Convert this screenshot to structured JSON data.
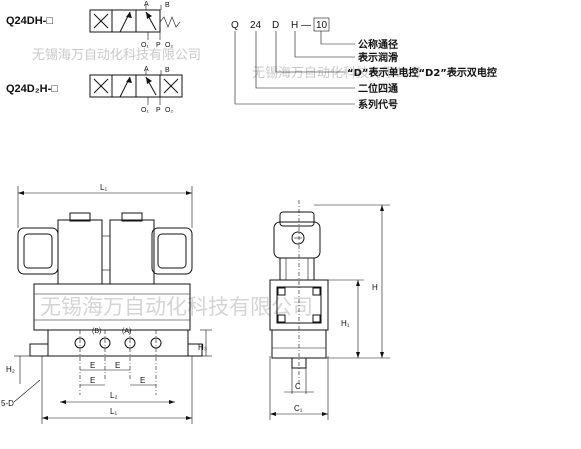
{
  "models": {
    "single": "Q24DH-□",
    "double": "Q24D₂H-□"
  },
  "ports": {
    "a": "A",
    "b": "B",
    "o1": "O₁",
    "p": "P",
    "o2": "O₂"
  },
  "code": {
    "q": "Q",
    "n24": "24",
    "d": "D",
    "h": "H",
    "dash": "—",
    "size": "10"
  },
  "legend": {
    "bore": "公称通径",
    "lubricated": "表示润滑",
    "control": "“D”表示单电控“D2”表示双电控",
    "two_pos": "二位四通",
    "series": "系列代号"
  },
  "watermark": {
    "top": "无锡海万自动化科技有限公司",
    "top2": "无锡海万自动化科技有限公司",
    "main": "无锡海万自动化科技有限公司"
  },
  "dims": {
    "l1_top": "L₁",
    "l1_bottom": "L₁",
    "l2": "L₂",
    "e1": "E",
    "e2": "E",
    "e3": "E",
    "e4": "E",
    "h": "H",
    "h1": "H₁",
    "h2": "H₂",
    "h3": "H₃",
    "c": "C",
    "c1": "C₁",
    "holes": "5-D",
    "port_b": "(B)",
    "port_a": "(A)"
  },
  "colors": {
    "ink": "#111111",
    "watermark": "#c9c9c9"
  }
}
